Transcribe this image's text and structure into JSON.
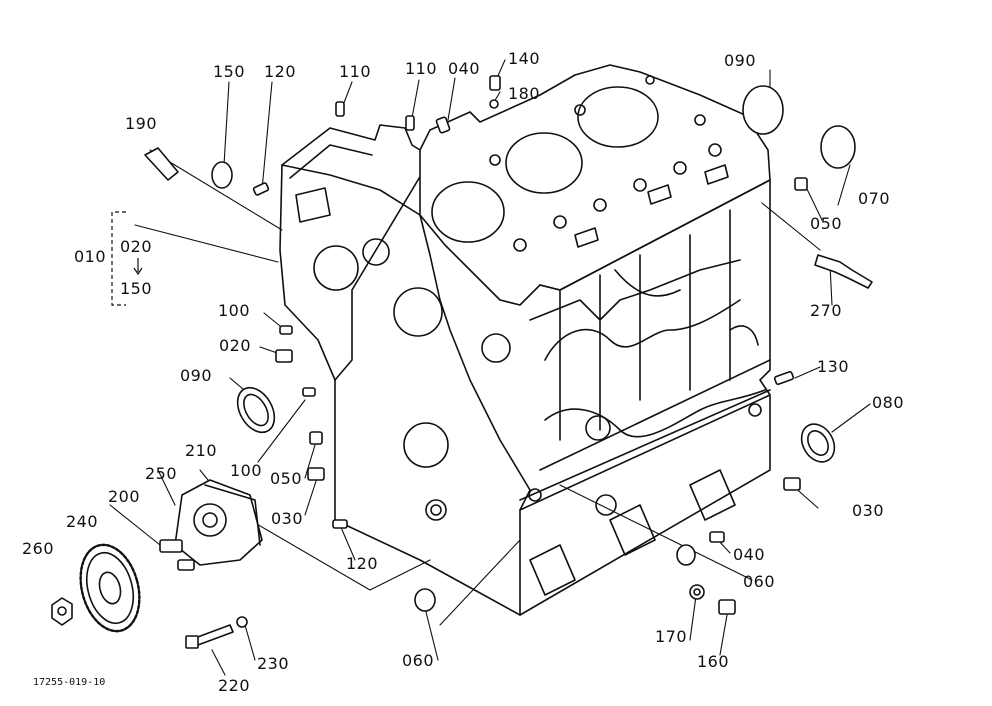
{
  "diagram": {
    "figure_ref": "17255-019-10",
    "labels": [
      {
        "id": "p150a",
        "text": "150"
      },
      {
        "id": "p120a",
        "text": "120"
      },
      {
        "id": "p110a",
        "text": "110"
      },
      {
        "id": "p110b",
        "text": "110"
      },
      {
        "id": "p040a",
        "text": "040"
      },
      {
        "id": "p140",
        "text": "140"
      },
      {
        "id": "p180",
        "text": "180"
      },
      {
        "id": "p090a",
        "text": "090"
      },
      {
        "id": "p190",
        "text": "190"
      },
      {
        "id": "p070",
        "text": "070"
      },
      {
        "id": "p050a",
        "text": "050"
      },
      {
        "id": "p010",
        "text": "010"
      },
      {
        "id": "p020a",
        "text": "020"
      },
      {
        "id": "p150b",
        "text": "150"
      },
      {
        "id": "p270",
        "text": "270"
      },
      {
        "id": "p100a",
        "text": "100"
      },
      {
        "id": "p020b",
        "text": "020"
      },
      {
        "id": "p090b",
        "text": "090"
      },
      {
        "id": "p130",
        "text": "130"
      },
      {
        "id": "p080",
        "text": "080"
      },
      {
        "id": "p100b",
        "text": "100"
      },
      {
        "id": "p210",
        "text": "210"
      },
      {
        "id": "p250",
        "text": "250"
      },
      {
        "id": "p050b",
        "text": "050"
      },
      {
        "id": "p200",
        "text": "200"
      },
      {
        "id": "p030a",
        "text": "030"
      },
      {
        "id": "p030b",
        "text": "030"
      },
      {
        "id": "p240",
        "text": "240"
      },
      {
        "id": "p120b",
        "text": "120"
      },
      {
        "id": "p040b",
        "text": "040"
      },
      {
        "id": "p260",
        "text": "260"
      },
      {
        "id": "p060a",
        "text": "060"
      },
      {
        "id": "p060b",
        "text": "060"
      },
      {
        "id": "p170",
        "text": "170"
      },
      {
        "id": "p230",
        "text": "230"
      },
      {
        "id": "p160",
        "text": "160"
      },
      {
        "id": "p220",
        "text": "220"
      }
    ]
  }
}
